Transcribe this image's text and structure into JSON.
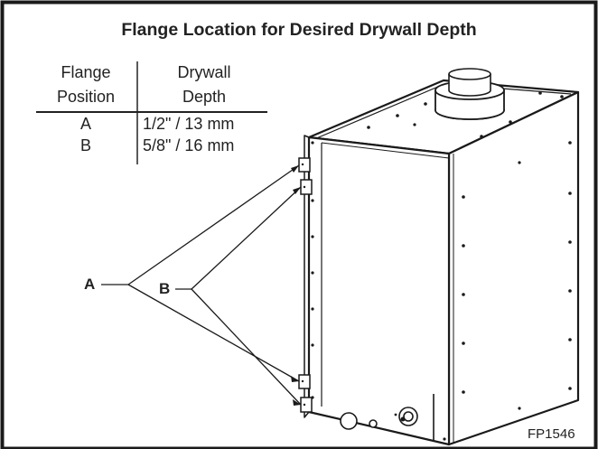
{
  "title": "Flange Location for Desired Drywall Depth",
  "table": {
    "col1_header_line1": "Flange",
    "col1_header_line2": "Position",
    "col2_header_line1": "Drywall",
    "col2_header_line2": "Depth",
    "rows": [
      {
        "position": "A",
        "depth": "1/2\" / 13 mm"
      },
      {
        "position": "B",
        "depth": "5/8\" / 16 mm"
      }
    ]
  },
  "callouts": {
    "a": "A",
    "b": "B"
  },
  "figure_code": "FP1546"
}
